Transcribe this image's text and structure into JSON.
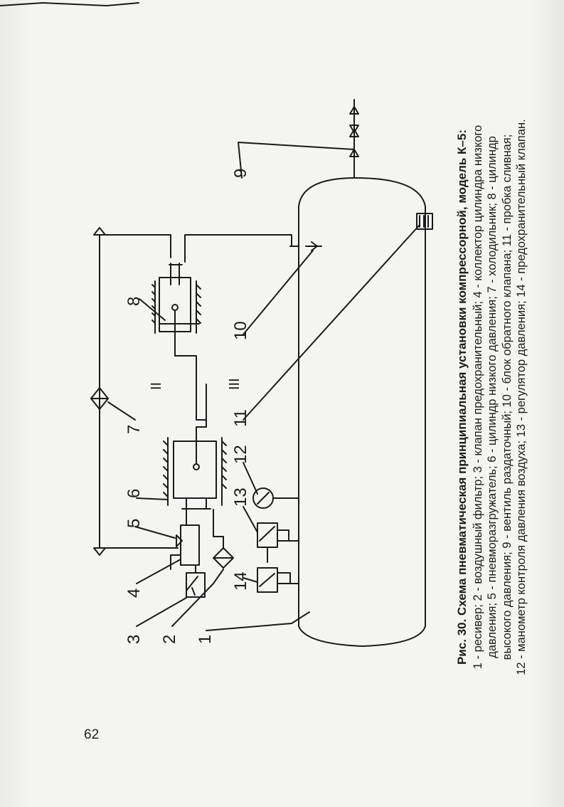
{
  "page": {
    "number": "62"
  },
  "figure": {
    "title": "Рис. 30. Схема пневматическая принципиальная установки компрессорной, модель К–5:",
    "legend_lines": [
      "1 - ресивер; 2 - воздушный фильтр; 3 - клапан предохранительный; 4 - коллектор цилиндра низкого",
      "давления; 5 - пневморазгружатель; 6 - цилиндр низкого давления; 7 - холодильник; 8 - цилиндр",
      "высокого давления;  9 - вентиль раздаточный; 10 - блок обратного клапана; 11 - пробка сливная;",
      "12 - манометр контроля давления воздуха; 13 - регулятор давления; 14 - предохранительный клапан."
    ],
    "callouts": [
      "1",
      "2",
      "3",
      "4",
      "5",
      "6",
      "7",
      "8",
      "9",
      "10",
      "11",
      "12",
      "13",
      "14"
    ],
    "section_marks": [
      "II",
      "III"
    ]
  },
  "colors": {
    "paper": "#f4f4f2",
    "ink": "#1a1a1a"
  }
}
